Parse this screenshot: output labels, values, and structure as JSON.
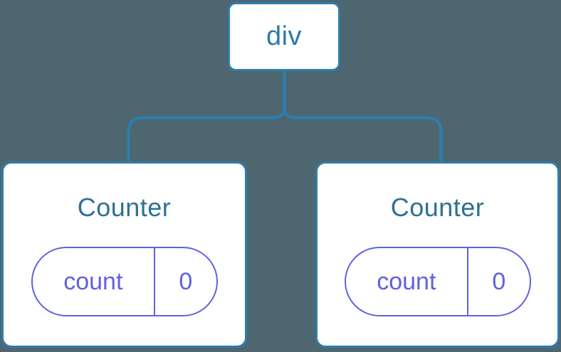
{
  "diagram": {
    "root": {
      "label": "div"
    },
    "children": [
      {
        "title": "Counter",
        "state": {
          "key": "count",
          "value": "0"
        }
      },
      {
        "title": "Counter",
        "state": {
          "key": "count",
          "value": "0"
        }
      }
    ]
  },
  "colors": {
    "background": "#4D6670",
    "node_border": "#2E7DAB",
    "node_fill": "#FFFFFF",
    "root_label": "#2E7BA6",
    "card_title": "#2E7093",
    "state_accent": "#6161DE"
  }
}
